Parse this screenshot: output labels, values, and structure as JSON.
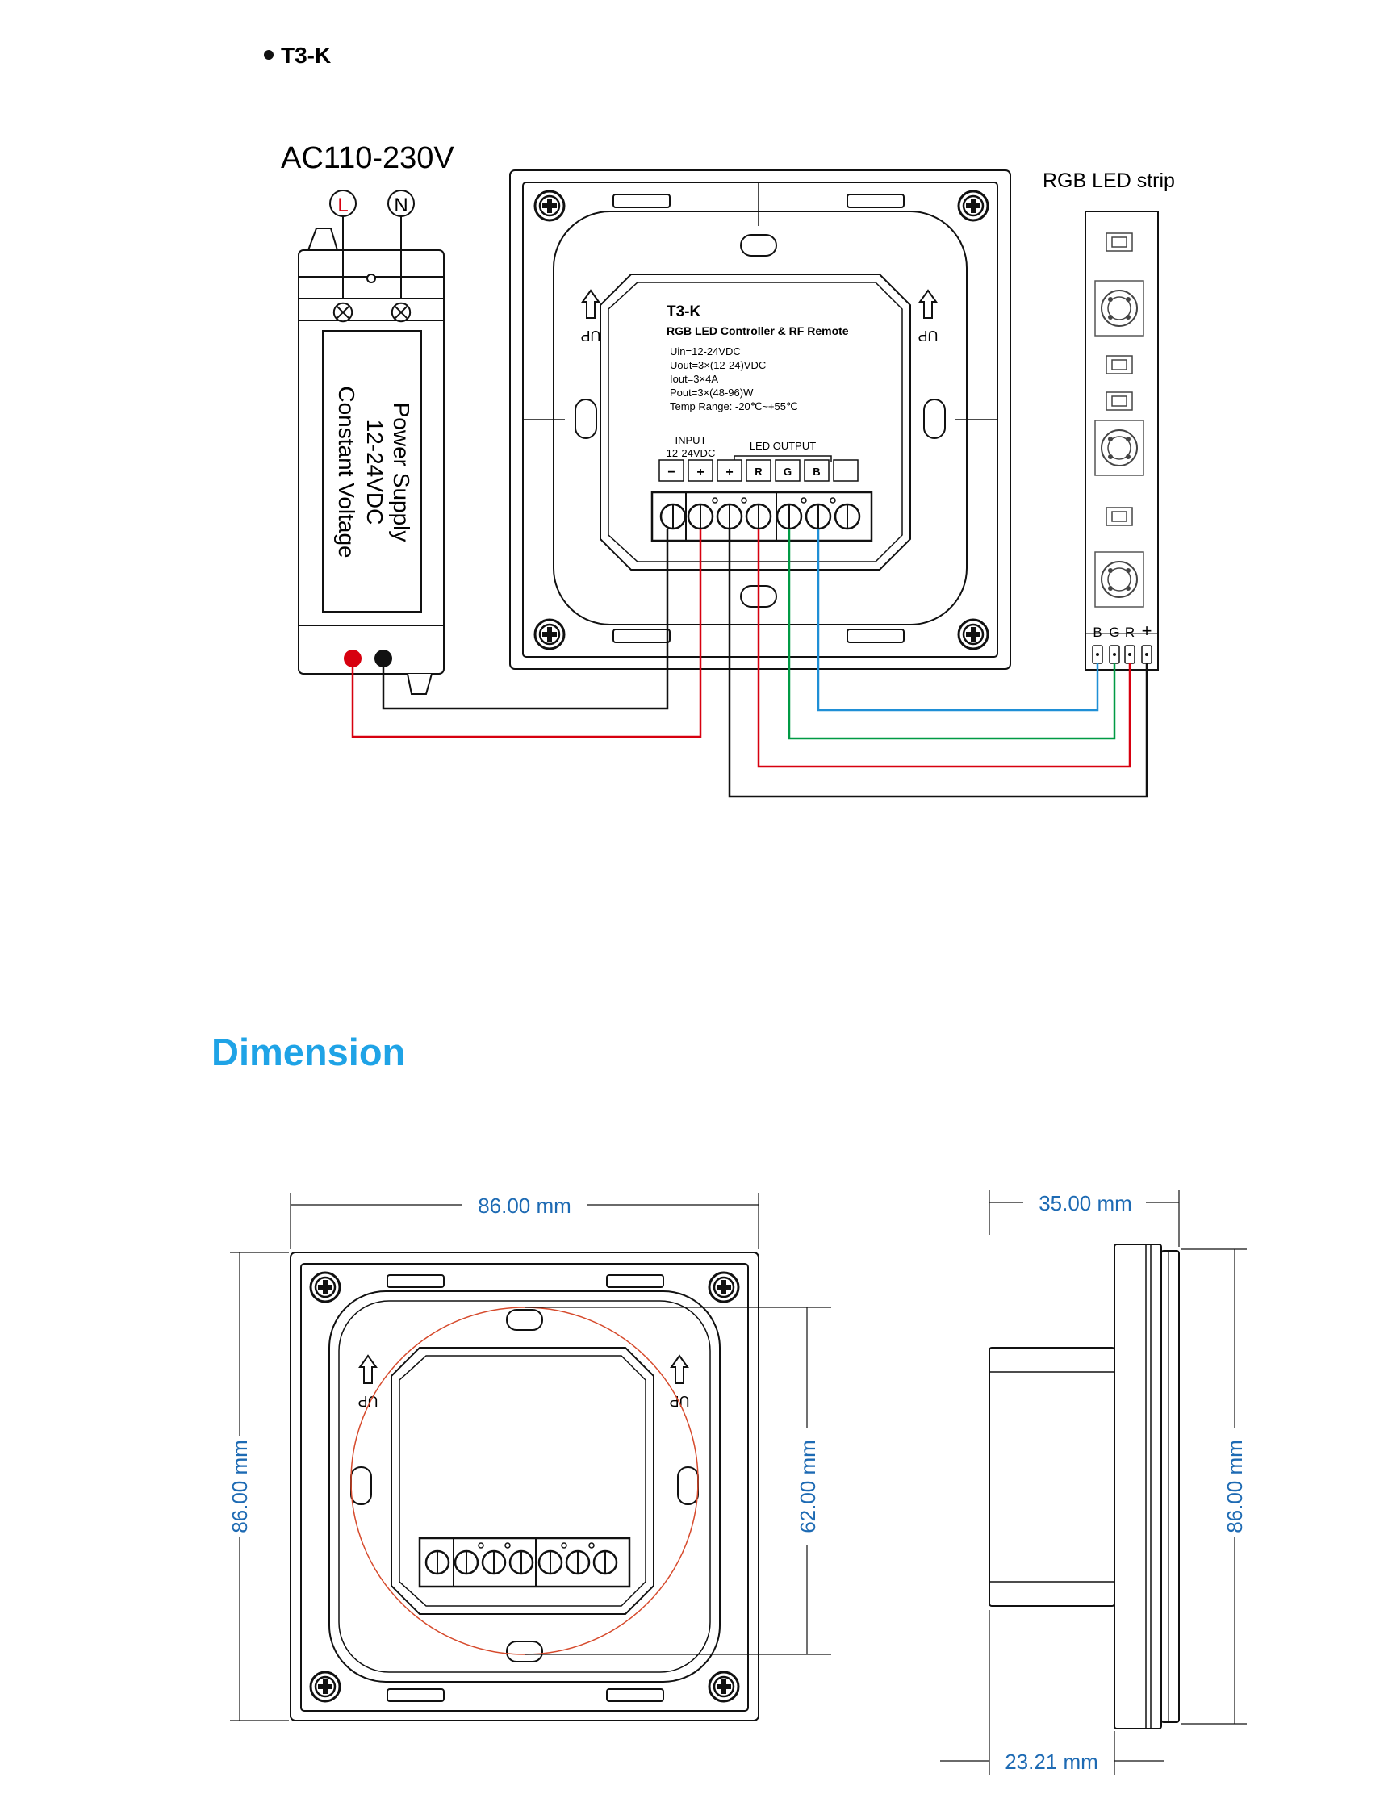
{
  "heading": {
    "model": "T3-K",
    "dimension_title": "Dimension"
  },
  "wiring": {
    "ac_label": "AC110-230V",
    "terminal_L": "L",
    "terminal_N": "N",
    "psu_line1": "Power Supply",
    "psu_line2": "12-24VDC",
    "psu_line3": "Constant Voltage",
    "strip_label": "RGB LED strip",
    "strip_pins": [
      "B",
      "G",
      "R",
      "+"
    ],
    "up_label": "UP"
  },
  "controller": {
    "model": "T3-K",
    "subtitle": "RGB LED Controller & RF Remote",
    "specs": [
      "Uin=12-24VDC",
      "Uout=3×(12-24)VDC",
      "Iout=3×4A",
      "Pout=3×(48-96)W",
      "Temp Range: -20℃~+55℃"
    ],
    "input_label": "INPUT",
    "input_voltage": "12-24VDC",
    "output_label": "LED OUTPUT",
    "terminal_labels": [
      "−",
      "+",
      "+",
      "R",
      "G",
      "B",
      ""
    ]
  },
  "dimensions": {
    "front_width": "86.00 mm",
    "front_height": "86.00 mm",
    "inner_height": "62.00 mm",
    "side_depth": "35.00 mm",
    "side_height": "86.00 mm",
    "side_body": "23.21 mm"
  },
  "colors": {
    "wire_red": "#d7000f",
    "wire_black": "#111111",
    "wire_green": "#009a44",
    "wire_blue": "#1f8fd6",
    "dimension_blue": "#1d6ab3",
    "title_blue": "#1fa3e6",
    "circle_red": "#d64a2c"
  }
}
